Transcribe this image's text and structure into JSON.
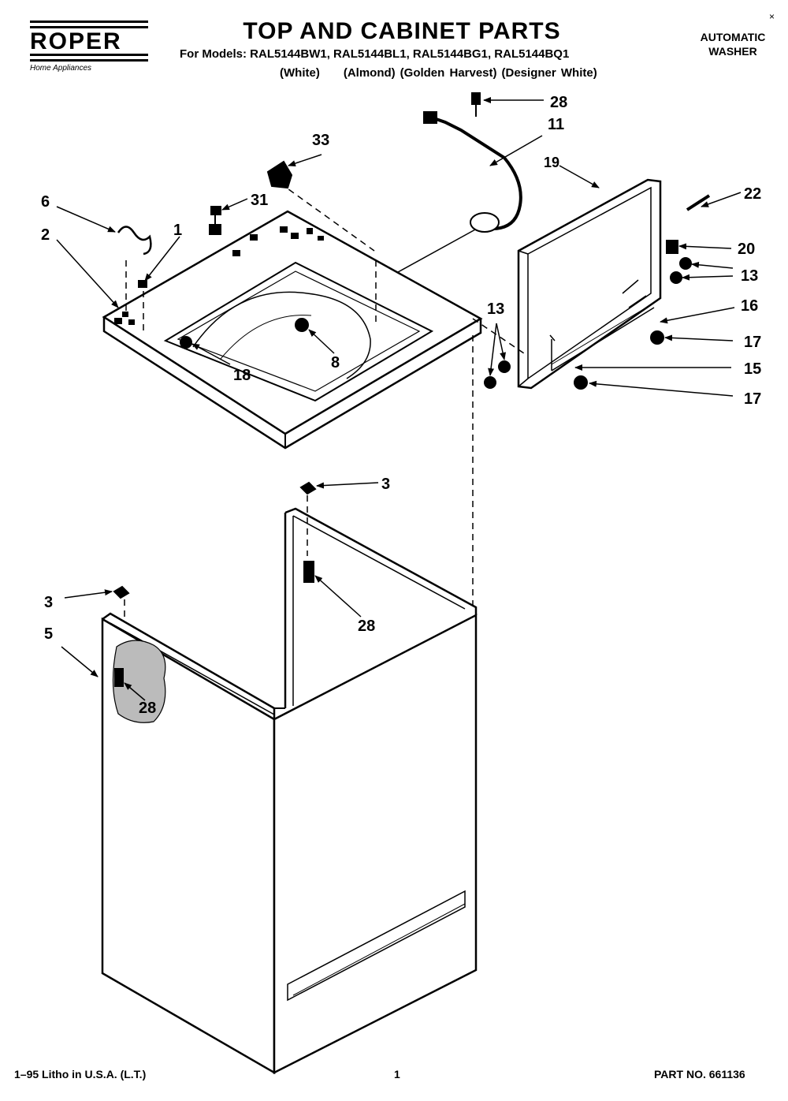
{
  "header": {
    "brand": "ROPER",
    "brand_sub": "Home Appliances",
    "title": "TOP AND CABINET PARTS",
    "models_line": "For Models: RAL5144BW1, RAL5144BL1, RAL5144BG1, RAL5144BQ1",
    "model_colors": [
      "(White)",
      "(Almond)",
      "(Golden Harvest)",
      "(Designer White)"
    ],
    "product_type_line1": "AUTOMATIC",
    "product_type_line2": "WASHER",
    "corner_mark": "×"
  },
  "footer": {
    "litho": "1–95 Litho in U.S.A. (L.T.)",
    "page_number": "1",
    "part_no": "PART NO. 661136"
  },
  "callouts": {
    "c28a": "28",
    "c11": "11",
    "c19": "19",
    "c22": "22",
    "c20": "20",
    "c13a": "13",
    "c16": "16",
    "c17a": "17",
    "c15": "15",
    "c17b": "17",
    "c13b": "13",
    "c33": "33",
    "c31": "31",
    "c6": "6",
    "c1": "1",
    "c2": "2",
    "c8": "8",
    "c18": "18",
    "c3a": "3",
    "c28b": "28",
    "c3b": "3",
    "c5": "5",
    "c28c": "28"
  }
}
